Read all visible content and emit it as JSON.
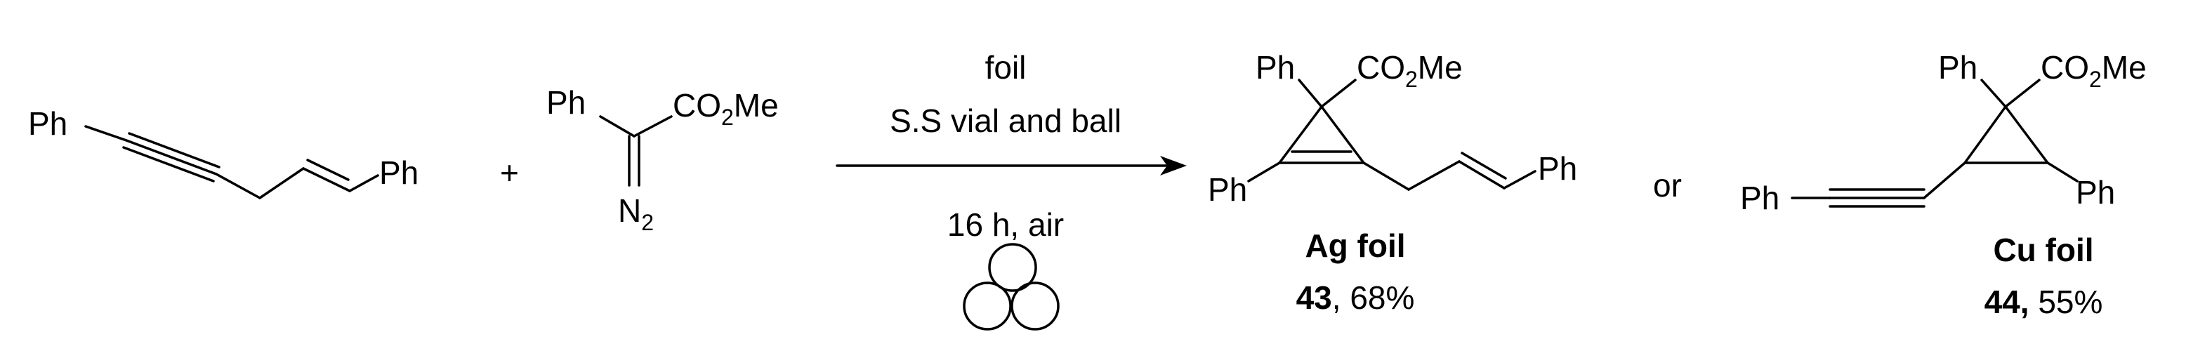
{
  "reactant1": {
    "ph_left": "Ph",
    "ph_right": "Ph"
  },
  "plus": "+",
  "reactant2": {
    "ph": "Ph",
    "co2me_a": "CO",
    "co2me_sub": "2",
    "co2me_b": "Me",
    "n": "N",
    "n_sub": "2"
  },
  "conditions": {
    "above_1": "foil",
    "above_2": "S.S vial and ball",
    "below_1": "16 h, air"
  },
  "product1": {
    "ph_top": "Ph",
    "co2me_a": "CO",
    "co2me_sub": "2",
    "co2me_b": "Me",
    "ph_left": "Ph",
    "ph_right": "Ph",
    "metal_label": "Ag foil",
    "compound_number": "43",
    "yield": ", 68%"
  },
  "or": "or",
  "product2": {
    "ph_top": "Ph",
    "co2me_a": "CO",
    "co2me_sub": "2",
    "co2me_b": "Me",
    "ph_alkyne": "Ph",
    "ph_right": "Ph",
    "metal_label": "Cu foil",
    "compound_number": "44,",
    "yield": " 55%"
  }
}
